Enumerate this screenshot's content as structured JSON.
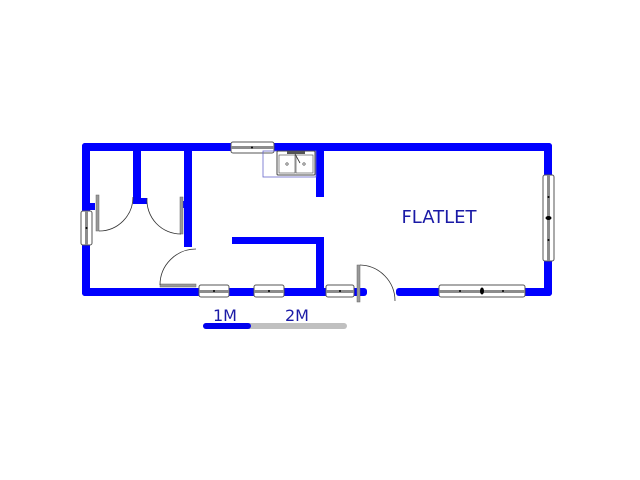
{
  "floorplan": {
    "rooms": [
      {
        "label": "FLATLET"
      }
    ],
    "scale_bar": {
      "label_1": "1M",
      "label_2": "2M"
    },
    "colors": {
      "wall": "#0000ff",
      "window_fill": "#ffffff",
      "window_glass": "#8c8c8c",
      "door_leaf": "#999999",
      "arc": "#333333",
      "text": "#1a1aa6",
      "scale_primary": "#0000ee",
      "scale_secondary": "#c0c0c0"
    }
  }
}
